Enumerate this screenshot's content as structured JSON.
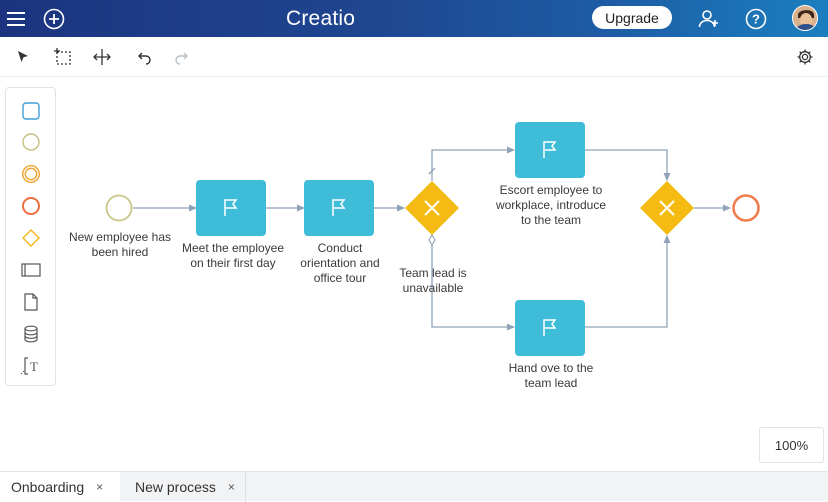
{
  "header": {
    "logo_text": "Creatio",
    "upgrade_label": "Upgrade"
  },
  "toolbar": {
    "tools": [
      "pointer-icon",
      "lasso-select-icon",
      "space-tool-icon",
      "undo-icon",
      "redo-icon"
    ],
    "settings_icon": "gear-icon"
  },
  "palette": {
    "items": [
      "task-shape-icon",
      "start-event-icon",
      "intermediate-event-icon",
      "end-event-icon",
      "gateway-icon",
      "subprocess-icon",
      "data-object-icon",
      "data-store-icon",
      "text-annotation-icon"
    ]
  },
  "diagram": {
    "start_event_label": "New employee has been hired",
    "tasks": [
      {
        "label": "Meet the employee on their first day"
      },
      {
        "label": "Conduct orientation and office tour"
      },
      {
        "label": "Escort employee to workplace, introduce to the team"
      },
      {
        "label": "Hand ove to the team lead"
      }
    ],
    "gateway_label": "Team lead is unavailable",
    "colors": {
      "task": "#3fbcd8",
      "gateway": "#f6bb12",
      "start_event": "#c9c48a",
      "end_event": "#ef7d4d",
      "flow": "#8fa3b8"
    }
  },
  "zoom": {
    "value": "100%"
  },
  "tabs": [
    {
      "label": "Onboarding",
      "close": "×"
    },
    {
      "label": "New process",
      "close": "×"
    }
  ]
}
